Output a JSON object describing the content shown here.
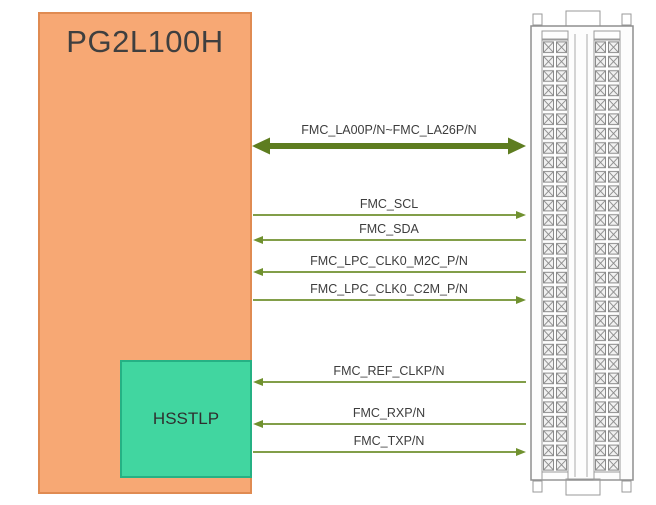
{
  "diagram": {
    "fpga": {
      "label": "PG2L100H"
    },
    "transceiver": {
      "label": "HSSTLP"
    },
    "connector_icon": "fmc-connector-icon",
    "signals": [
      {
        "label": "FMC_LA00P/N~FMC_LA26P/N",
        "direction": "bidirectional",
        "style": "thick"
      },
      {
        "label": "FMC_SCL",
        "direction": "fpga-to-connector",
        "style": "thin"
      },
      {
        "label": "FMC_SDA",
        "direction": "connector-to-fpga",
        "style": "thin"
      },
      {
        "label": "FMC_LPC_CLK0_M2C_P/N",
        "direction": "connector-to-fpga",
        "style": "thin"
      },
      {
        "label": "FMC_LPC_CLK0_C2M_P/N",
        "direction": "fpga-to-connector",
        "style": "thin"
      },
      {
        "label": "FMC_REF_CLKP/N",
        "direction": "connector-to-fpga",
        "style": "thin"
      },
      {
        "label": "FMC_RXP/N",
        "direction": "connector-to-fpga",
        "style": "thin"
      },
      {
        "label": "FMC_TXP/N",
        "direction": "fpga-to-connector",
        "style": "thin"
      }
    ],
    "colors": {
      "fpga_fill": "#F7A874",
      "fpga_border": "#E08B52",
      "hsstlp_fill": "#41D6A0",
      "hsstlp_border": "#25B184",
      "arrow_thin": "#70912F",
      "arrow_thick": "#5E7D20",
      "label_color": "#3D3D3D"
    }
  }
}
